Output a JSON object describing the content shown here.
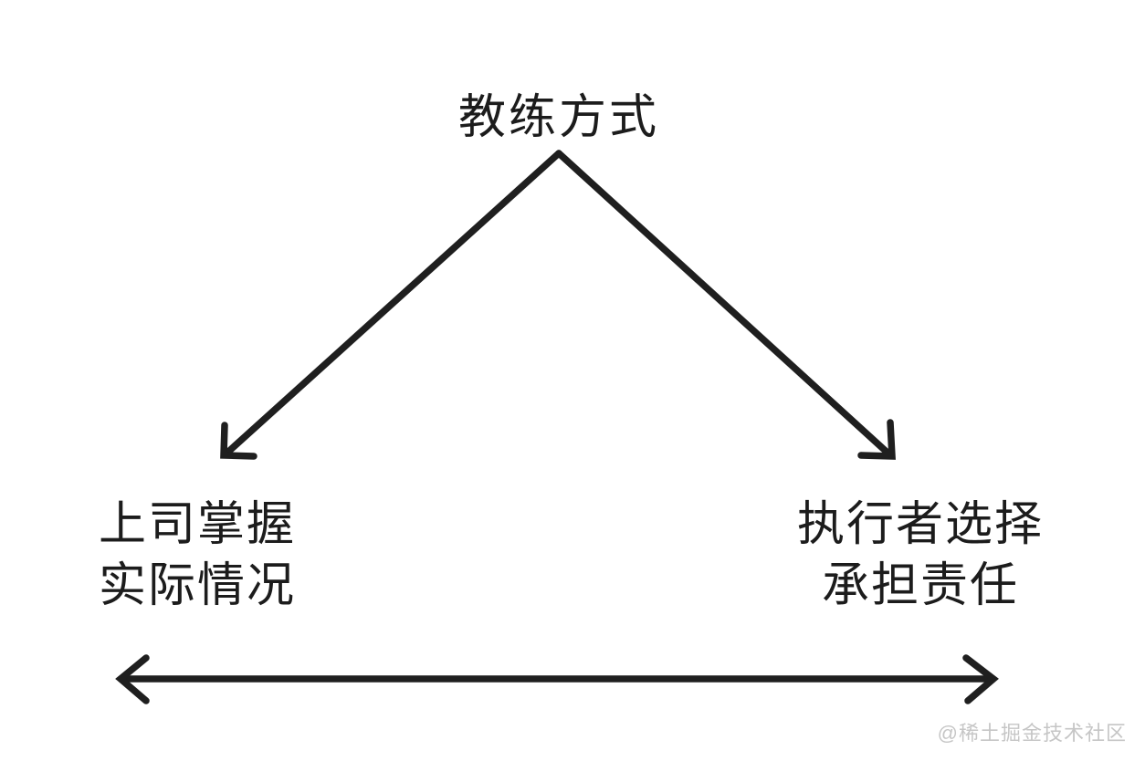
{
  "diagram": {
    "title": "教练方式",
    "left_node": {
      "line1": "上司掌握",
      "line2": "实际情况"
    },
    "right_node": {
      "line1": "执行者选择",
      "line2": "承担责任"
    },
    "arrows": [
      {
        "name": "coaching-to-boss",
        "from": "教练方式",
        "to": "上司掌握 实际情况"
      },
      {
        "name": "coaching-to-executor",
        "from": "教练方式",
        "to": "执行者选择 承担责任"
      },
      {
        "name": "spectrum-axis",
        "type": "double-headed",
        "between": [
          "上司掌握 实际情况",
          "执行者选择 承担责任"
        ]
      }
    ],
    "watermark": "@稀土掘金技术社区",
    "colors": {
      "background": "#ffffff",
      "stroke": "#1f1f1f",
      "text": "#1c1c1c",
      "watermark": "#c6c6c6"
    }
  }
}
